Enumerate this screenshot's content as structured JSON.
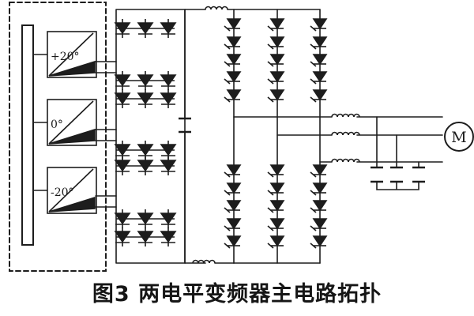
{
  "figure": {
    "caption": "图3 两电平变频器主电路拓扑",
    "transformer_labels": [
      "+20°",
      "0°",
      "-20°"
    ],
    "motor_label": "M",
    "line_color": "#1d1d1d",
    "paper_color": "#ffffff"
  }
}
